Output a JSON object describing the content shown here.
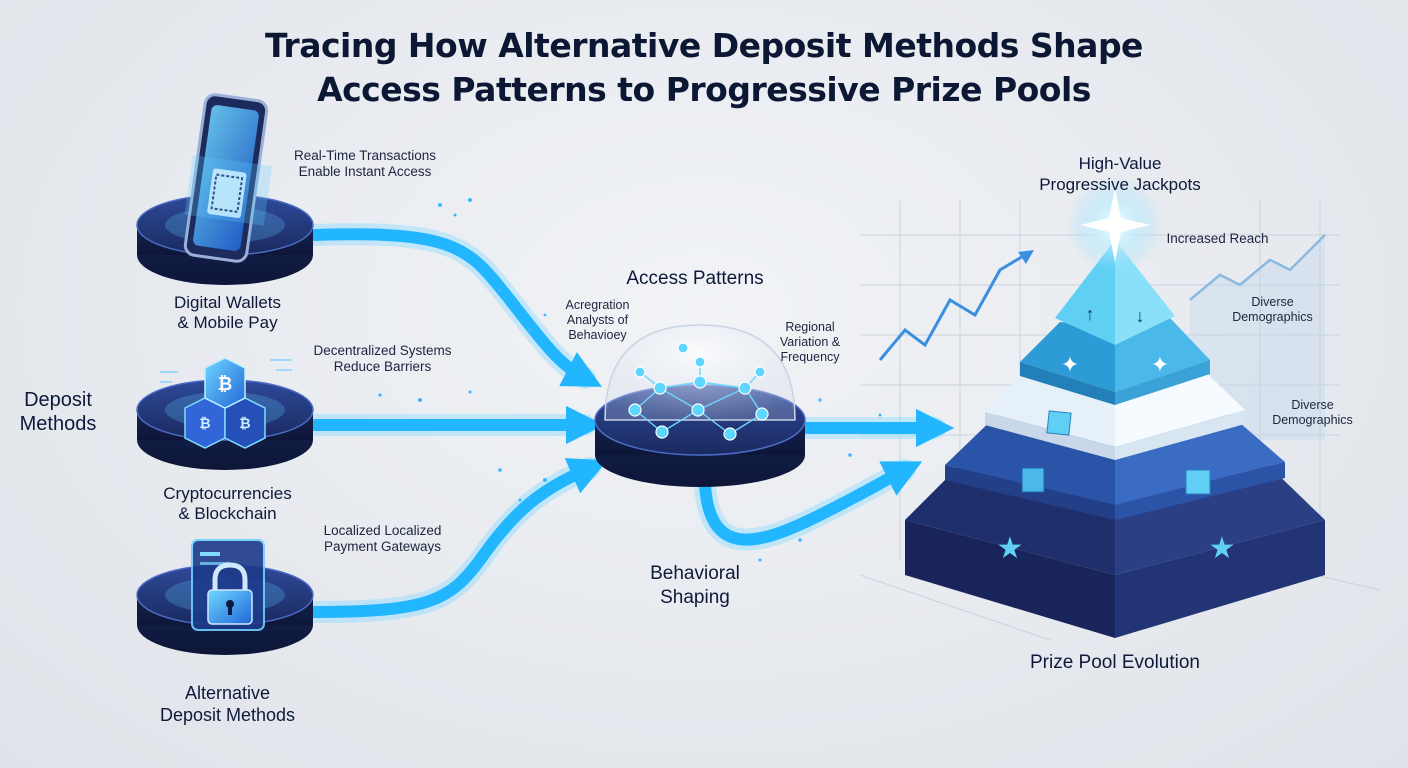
{
  "title_line1": "Tracing How Alternative Deposit Methods Shape",
  "title_line2": "Access Patterns to Progressive Prize Pools",
  "left": {
    "section_label": "Deposit Methods",
    "nodes": [
      {
        "label": "Digital Wallets\n& Mobile Pay",
        "icon": "smartphone-qr-icon"
      },
      {
        "label": "Cryptocurrencies\n& Blockchain",
        "icon": "crypto-cube-icon"
      },
      {
        "label": "Alternative\nDeposit Methods",
        "icon": "padlock-icon"
      }
    ],
    "flow_notes": [
      "Real-Time Transactions\nEnable Instant Access",
      "Decentralized Systems\nReduce Barriers",
      "Localized Localized\nPayment Gateways"
    ]
  },
  "center": {
    "title": "Access Patterns",
    "note_left": "Acregration\nAnalysts of\nBehavioey",
    "note_right": "Regional\nVariation &\nFrequency",
    "bottom_label": "Behavioral\nShaping"
  },
  "right": {
    "top_label": "High-Value\nProgressive Jackpots",
    "notes": [
      "Increased Reach",
      "Diverse\nDemographics",
      "Diverse\nDemographics"
    ],
    "bottom_label": "Prize Pool Evolution"
  },
  "colors": {
    "flow": "#22b6ff",
    "flow_glow": "#8fdcff",
    "platform_dark": "#1c2b5e",
    "platform_rim": "#3a56a8",
    "pyramid_top": "#5fd0f3",
    "pyramid_base": "#1f2f6b"
  }
}
